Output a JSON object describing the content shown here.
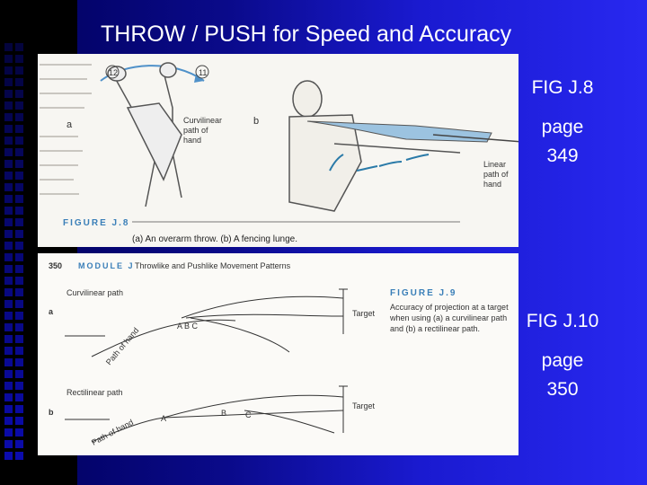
{
  "slide": {
    "title": "THROW / PUSH for Speed and Accuracy",
    "fig8_label": {
      "fig": "FIG J.8",
      "page_word": "page",
      "page_num": "349"
    },
    "fig10_label": {
      "fig": "FIG J.10",
      "page_word": "page",
      "page_num": "350"
    }
  },
  "figure_j8": {
    "part_a": "a",
    "part_b": "b",
    "curvilinear_label_1": "Curvilinear",
    "curvilinear_label_2": "path of",
    "curvilinear_label_3": "hand",
    "linear_label_1": "Linear",
    "linear_label_2": "path of",
    "linear_label_3": "hand",
    "fig_title": "FIGURE J.8",
    "caption": "(a) An overarm throw. (b) A fencing lunge.",
    "marker_12": "12",
    "marker_11": "11"
  },
  "figure_j9": {
    "page_number": "350",
    "module": "MODULE J",
    "header": "Throwlike and Pushlike Movement Patterns",
    "fig_title": "FIGURE J.9",
    "caption_1": "Accuracy of projection at a target",
    "caption_2": "when using (a) a curvilinear path",
    "caption_3": "and (b) a rectilinear path.",
    "part_a": "a",
    "part_b": "b",
    "curvilinear_path": "Curvilinear path",
    "rectilinear_path": "Rectilinear path",
    "target_a": "Target",
    "target_b": "Target",
    "abc": "A B C",
    "path_of_hand_a": "Path of hand",
    "path_of_hand_b": "Path of hand",
    "point_a": "A",
    "point_b": "B",
    "point_c": "C"
  }
}
